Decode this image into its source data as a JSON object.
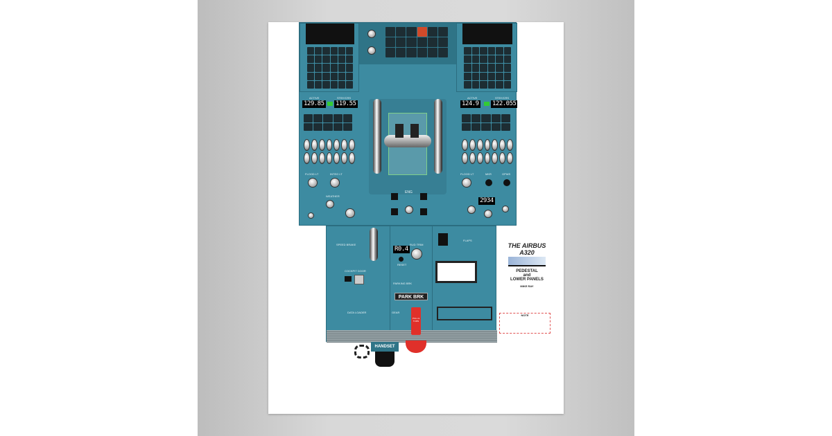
{
  "poster": {
    "logo_text": "THE AIRBUS A320",
    "title_line1": "PEDESTAL",
    "title_line2": "and",
    "title_line3": "LOWER PANELS",
    "credit_name": "MIKE RAY",
    "note_heading": "NOTE"
  },
  "pedestal": {
    "rmp_left": {
      "active": "129.85",
      "standby": "119.55",
      "active_label": "ACTIVE",
      "standby_label": "STBY/CRS"
    },
    "rmp_right": {
      "active": "124.9",
      "standby": "122.055",
      "active_label": "ACTIVE",
      "standby_label": "STBY/CRS"
    },
    "left_panel": {
      "floodlt": "FLOOD LT",
      "intlt": "INTEG LT",
      "weather": "WEATHER"
    },
    "right_panel": {
      "floodlt": "FLOOD LT",
      "mkr": "MKR",
      "gpws": "GPWS"
    },
    "atc_code": "2934",
    "rudder_trim_display": "R0.4",
    "rudder_trim_label": "RUD TRIM",
    "reset_label": "RESET",
    "eng_label": "ENG",
    "speed_brake_label": "SPEED BRAKE",
    "flaps_label": "FLAPS",
    "cockpit_door_label": "COCKPIT DOOR",
    "data_loader_label": "DATA LOADER",
    "parking_brk_label": "PARKING BRK",
    "park_brk_label": "PARK BRK",
    "gear_label": "GEAR",
    "gravity_gear_text": "PULL & TURN",
    "handset_label": "HANDSET"
  },
  "colors": {
    "panel": "#3d8ba1",
    "gear_handle": "#e0302a",
    "wall": "#d0d0d0"
  }
}
